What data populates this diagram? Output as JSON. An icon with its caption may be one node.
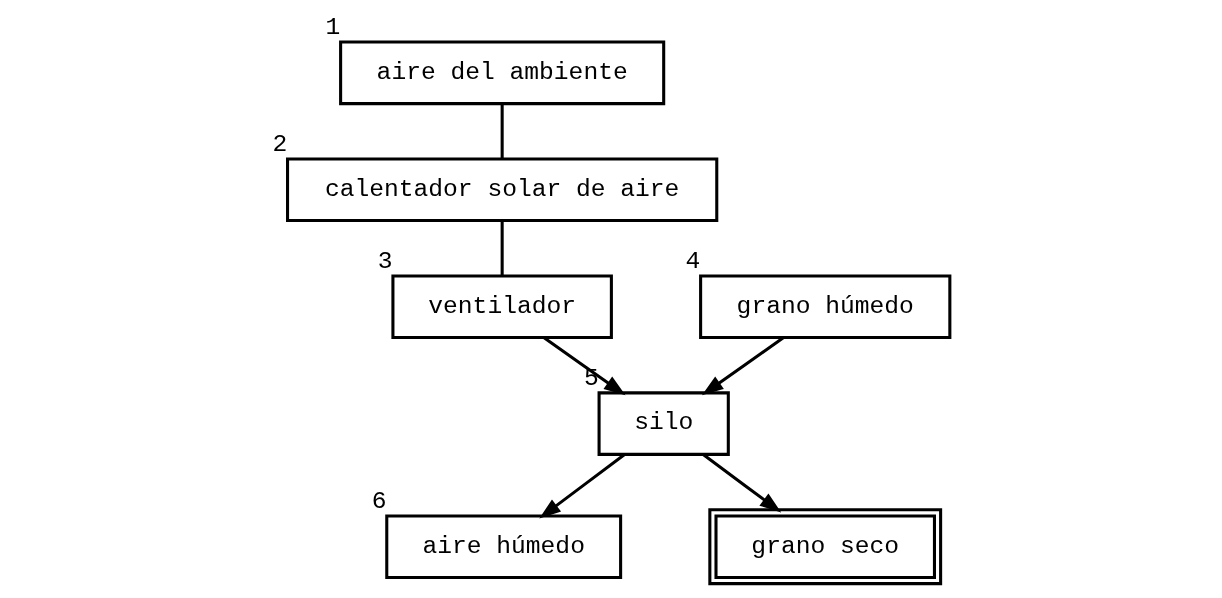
{
  "diagram": {
    "nodes": [
      {
        "text": [
          "aire del ambiente"
        ],
        "beside": [
          "1"
        ]
      },
      {
        "text": [
          "calentador solar de aire"
        ],
        "beside": [
          "2"
        ]
      },
      {
        "text": [
          "ventilador"
        ],
        "beside": [
          "3"
        ]
      },
      {
        "text": [
          "grano húmedo"
        ],
        "beside": [
          "4"
        ]
      },
      {
        "text": [
          "silo"
        ],
        "beside": [
          "5"
        ]
      },
      {
        "text": [
          "aire húmedo"
        ],
        "beside": [
          "6"
        ]
      },
      {
        "text": [
          "grano seco"
        ]
      }
    ],
    "edges": [
      {
        "from": 0,
        "to": 1,
        "arrow": "none"
      },
      {
        "from": 1,
        "to": 2,
        "arrow": "none"
      },
      {
        "from": 2,
        "to": 4,
        "arrow": "to"
      },
      {
        "from": 3,
        "to": 4,
        "arrow": "to"
      },
      {
        "from": 4,
        "to": 5,
        "arrow": "to"
      },
      {
        "from": 4,
        "to": 6,
        "arrow": "to"
      }
    ]
  }
}
